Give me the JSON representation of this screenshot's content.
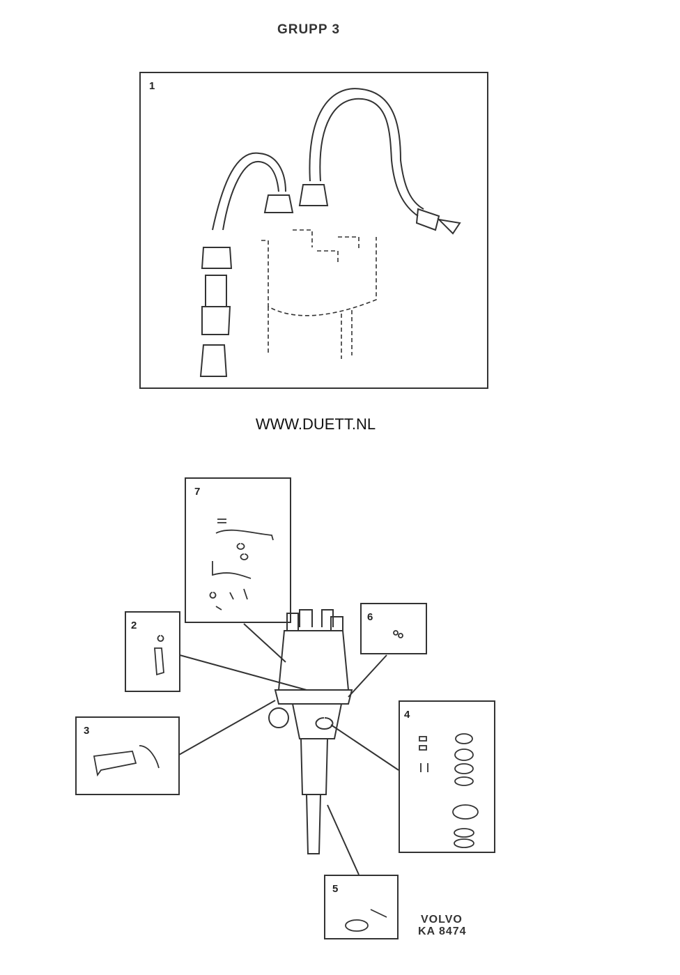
{
  "header": {
    "title": "GRUPP 3"
  },
  "watermark": {
    "url": "WWW.DUETT.NL"
  },
  "figures": [
    {
      "label": "1"
    },
    {
      "label": "2"
    },
    {
      "label": "3"
    },
    {
      "label": "4"
    },
    {
      "label": "5"
    },
    {
      "label": "6"
    },
    {
      "label": "7"
    }
  ],
  "footer": {
    "brand": "VOLVO",
    "code": "KA 8474"
  }
}
